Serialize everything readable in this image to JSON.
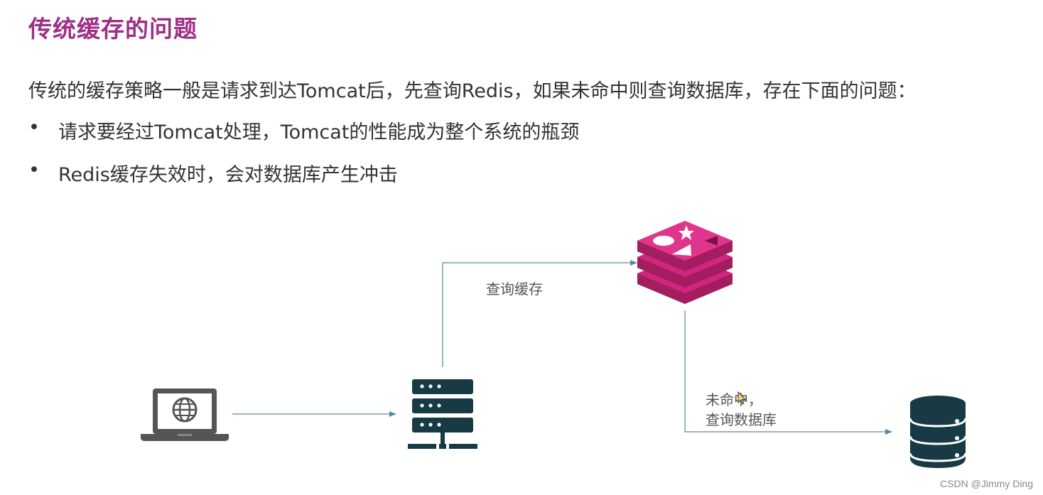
{
  "title": "传统缓存的问题",
  "intro": "传统的缓存策略一般是请求到达Tomcat后，先查询Redis，如果未命中则查询数据库，存在下面的问题：",
  "bullets": [
    {
      "marker": "•",
      "text": "请求要经过Tomcat处理，Tomcat的性能成为整个系统的瓶颈"
    },
    {
      "marker": "•",
      "text": "Redis缓存失效时，会对数据库产生冲击"
    }
  ],
  "diagram": {
    "label_query_cache": "查询缓存",
    "label_miss_line1": "未命中，",
    "label_miss_line2": "查询数据库",
    "icons": [
      "laptop-globe-icon",
      "server-icon",
      "redis-icon",
      "database-icon"
    ]
  },
  "watermark": "CSDN @Jimmy Ding",
  "colors": {
    "title": "#9e2f86",
    "text": "#333333",
    "arrow": "#5b87a3",
    "redis": "#d1267f",
    "server": "#173a44",
    "laptop": "#555555"
  }
}
